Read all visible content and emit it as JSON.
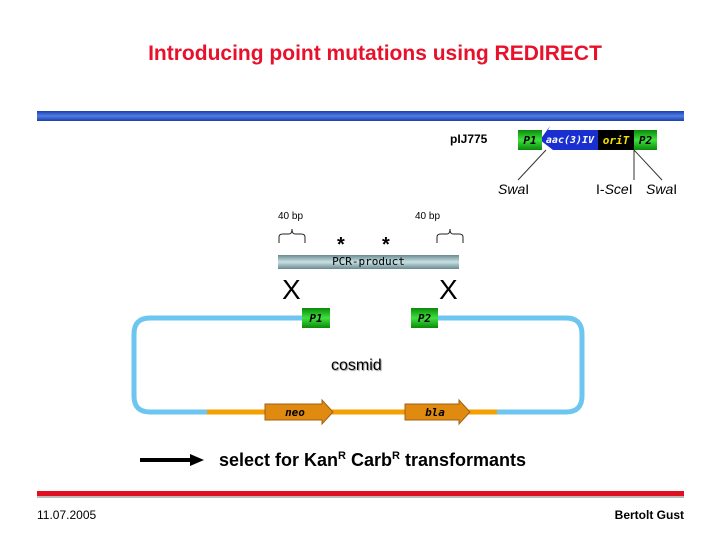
{
  "title": "Introducing point mutations using REDIRECT",
  "plasmid": {
    "name": "pIJ775",
    "elements": [
      "P1",
      "aac(3)IV",
      "oriT",
      "P2"
    ],
    "sites": [
      {
        "italic": "Swa",
        "suffix": "I"
      },
      {
        "prefix": "I-",
        "italic": "Sce",
        "suffix": "I"
      },
      {
        "italic": "Swa",
        "suffix": "I"
      }
    ]
  },
  "pcr": {
    "left_label": "40 bp",
    "right_label": "40 bp",
    "mutation_marks": [
      "*",
      "*"
    ],
    "bar_label": "PCR-product",
    "crossover_marks": [
      "X",
      "X"
    ]
  },
  "cosmid": {
    "label": "cosmid",
    "p1": "P1",
    "p2": "P2",
    "genes": [
      "neo",
      "bla"
    ]
  },
  "selection": {
    "text_a": "select for Kan",
    "sup_a": "R",
    "text_b": " Carb",
    "sup_b": "R",
    "text_c": " transformants"
  },
  "footer": {
    "date": "11.07.2005",
    "author": "Bertolt Gust"
  },
  "colors": {
    "title": "#e8102a",
    "cosmid_line": "#6cc6f0",
    "gene_line": "#f5a000",
    "green": "#2fd02f",
    "blue": "#1a2fd0"
  }
}
